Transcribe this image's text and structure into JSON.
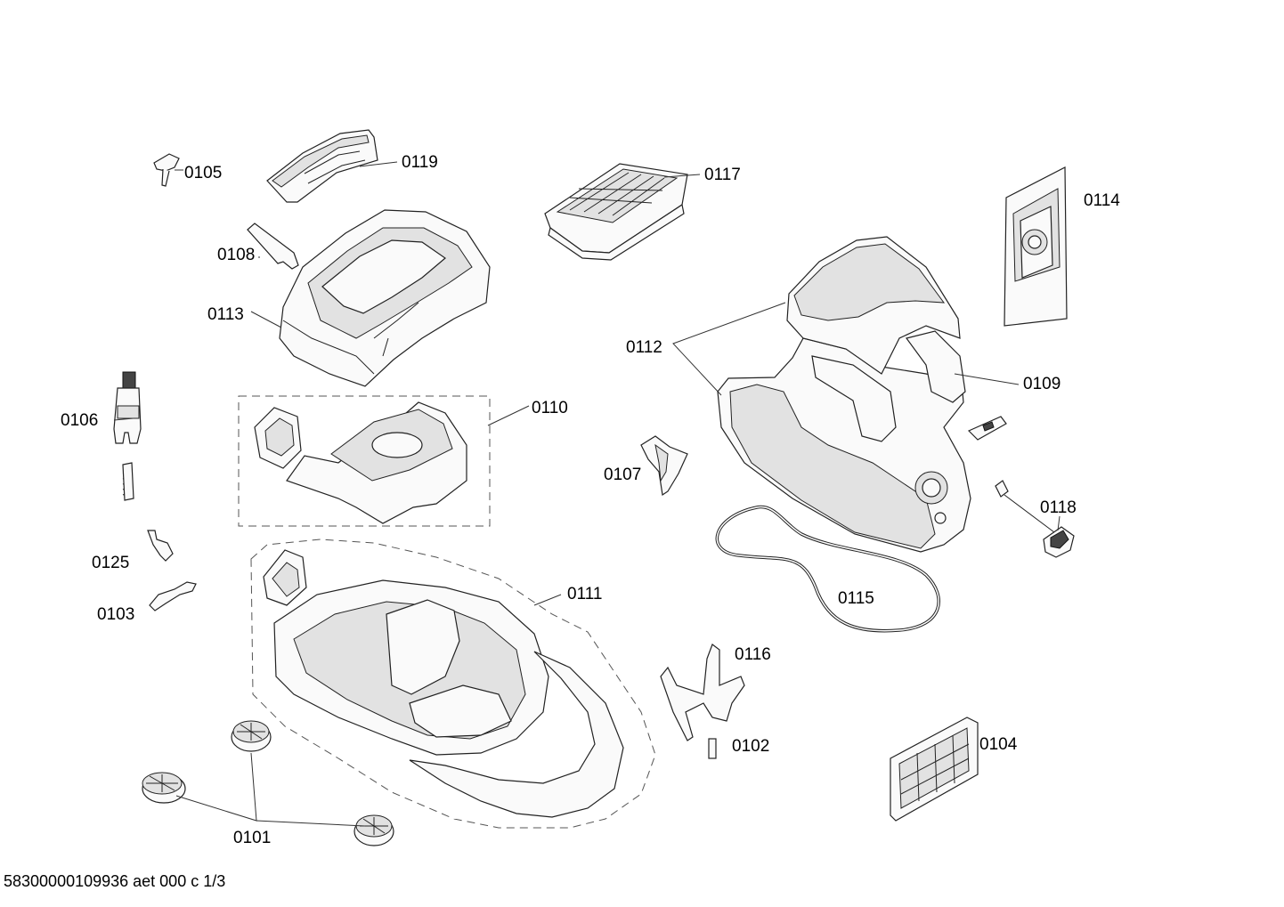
{
  "labels": {
    "p0101": "0101",
    "p0102": "0102",
    "p0103": "0103",
    "p0104": "0104",
    "p0105": "0105",
    "p0106": "0106",
    "p0107": "0107",
    "p0108": "0108",
    "p0109": "0109",
    "p0110": "0110",
    "p0111": "0111",
    "p0112": "0112",
    "p0113": "0113",
    "p0114": "0114",
    "p0115": "0115",
    "p0116": "0116",
    "p0117": "0117",
    "p0118": "0118",
    "p0119": "0119",
    "p0125": "0125"
  },
  "footer": {
    "code": "58300000109936 aet 000 c 1/3"
  }
}
